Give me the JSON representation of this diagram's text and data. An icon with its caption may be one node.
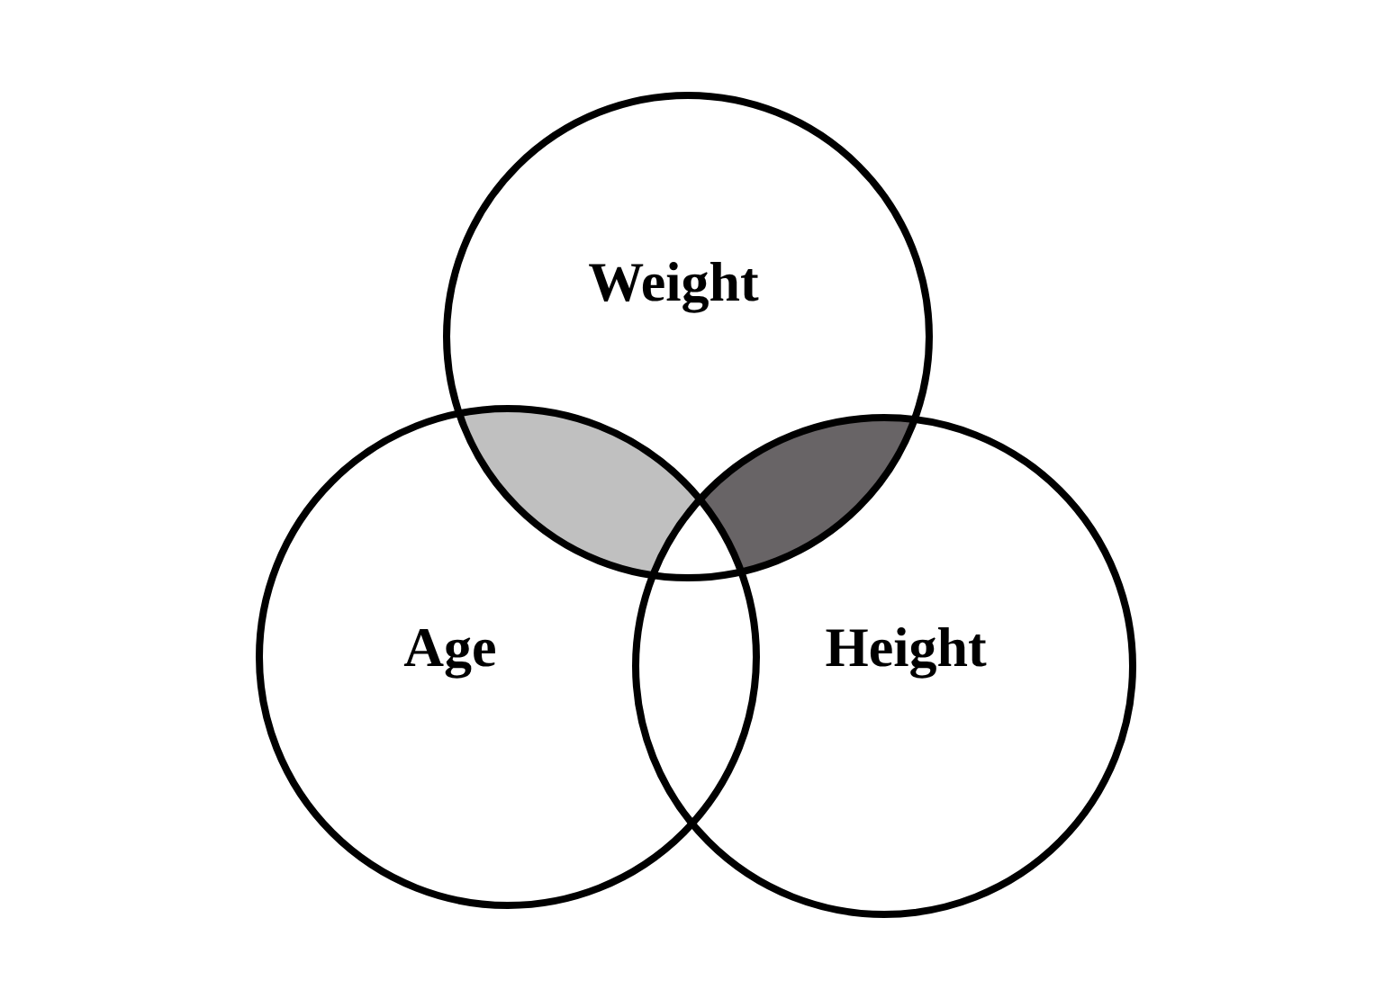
{
  "diagram": {
    "nodes": [
      {
        "text": [
          "Weight"
        ]
      },
      {
        "text": [
          "Age"
        ]
      },
      {
        "text": [
          "Height"
        ]
      }
    ]
  }
}
